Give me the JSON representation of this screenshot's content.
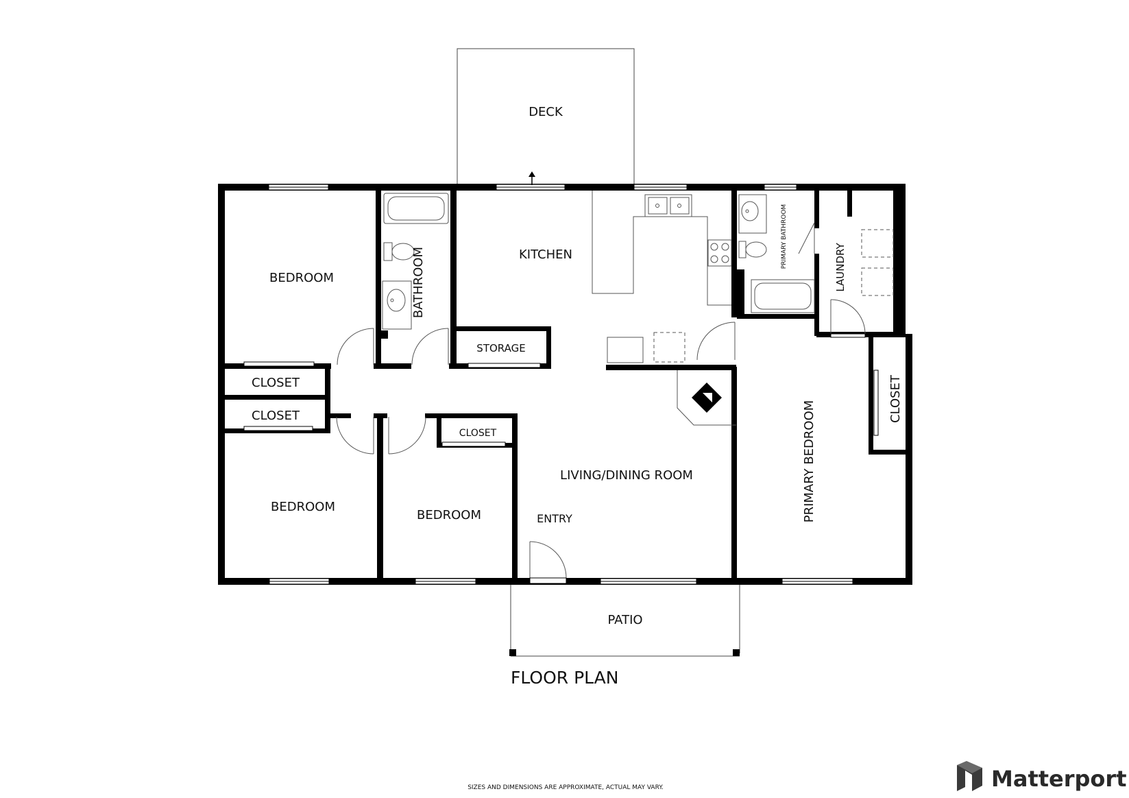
{
  "rooms": {
    "deck": "DECK",
    "kitchen": "KITCHEN",
    "bathroom": "BATHROOM",
    "bedroom_nw": "BEDROOM",
    "storage": "STORAGE",
    "closet_left_1": "CLOSET",
    "closet_left_2": "CLOSET",
    "closet_small": "CLOSET",
    "bedroom_sw": "BEDROOM",
    "bedroom_s": "BEDROOM",
    "living_dining": "LIVING/DINING ROOM",
    "entry": "ENTRY",
    "primary_bathroom": "PRIMARY BATHROOM",
    "laundry": "LAUNDRY",
    "closet_right": "CLOSET",
    "primary_bedroom": "PRIMARY BEDROOM",
    "patio": "PATIO"
  },
  "title": "FLOOR PLAN",
  "disclaimer": "SIZES AND DIMENSIONS ARE APPROXIMATE, ACTUAL MAY VARY.",
  "brand": {
    "name": "Matterport"
  },
  "colors": {
    "wall": "#000000",
    "line": "#555555",
    "background": "#ffffff"
  }
}
